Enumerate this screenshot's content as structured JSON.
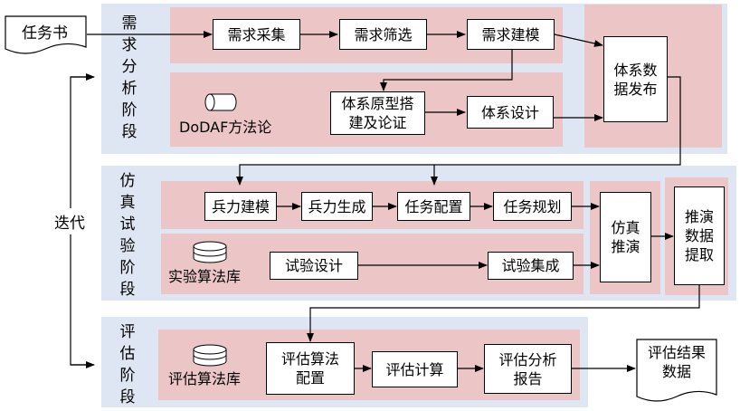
{
  "inputs": {
    "task_book": "任务书"
  },
  "iteration_label": "迭代",
  "stages": {
    "requirements": {
      "label": "需求分析阶段"
    },
    "simulation": {
      "label": "仿真试验阶段"
    },
    "evaluation": {
      "label": "评估阶段"
    }
  },
  "libraries": {
    "dodaf": "DoDAF方法论",
    "experiment_algo": "实验算法库",
    "evaluation_algo": "评估算法库"
  },
  "nodes": {
    "req_collect": "需求采集",
    "req_filter": "需求筛选",
    "req_model": "需求建模",
    "arch_publish": "体系数\n据发布",
    "arch_proto": "体系原型搭\n建及论证",
    "arch_design": "体系设计",
    "force_model": "兵力建模",
    "force_gen": "兵力生成",
    "task_config": "任务配置",
    "task_plan": "任务规划",
    "sim_deduce": "仿真\n推演",
    "deduce_extract": "推演\n数据\n提取",
    "exp_design": "试验设计",
    "exp_integrate": "试验集成",
    "eval_algo_config": "评估算法\n配置",
    "eval_compute": "评估计算",
    "eval_report": "评估分析\n报告"
  },
  "outputs": {
    "eval_result": "评估结果\n数据"
  }
}
